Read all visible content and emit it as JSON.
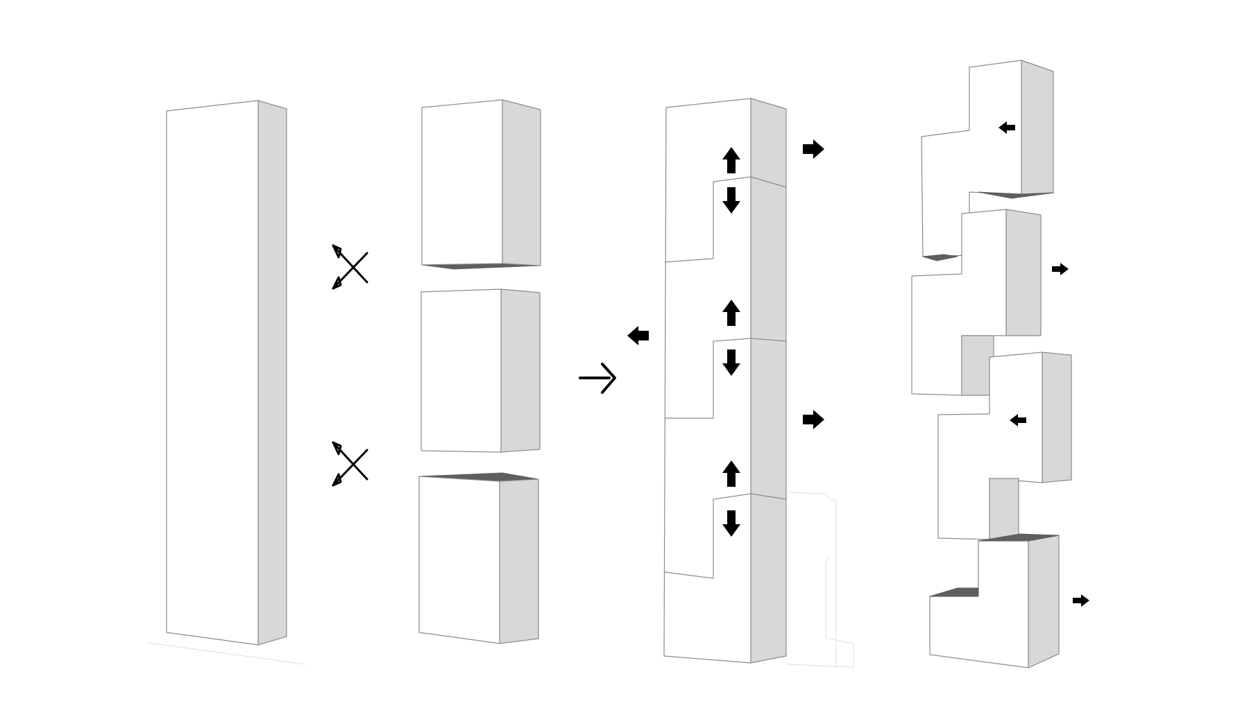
{
  "diagram": {
    "stages": [
      {
        "name": "single-slab"
      },
      {
        "name": "cut-into-three-blocks"
      },
      {
        "name": "stepped-interlocking-stack"
      },
      {
        "name": "offset-shifted-stack"
      }
    ],
    "icons": [
      "scissors-icon",
      "right-arrow-icon",
      "up-arrow-icon",
      "down-arrow-icon",
      "left-arrow-icon"
    ],
    "colors": {
      "background": "#ffffff",
      "front_face": "#ffffff",
      "side_face": "#d8d8d8",
      "shadow_face": "#5f5f5f",
      "outline": "#8a8a8a",
      "arrows": "#000000"
    }
  }
}
